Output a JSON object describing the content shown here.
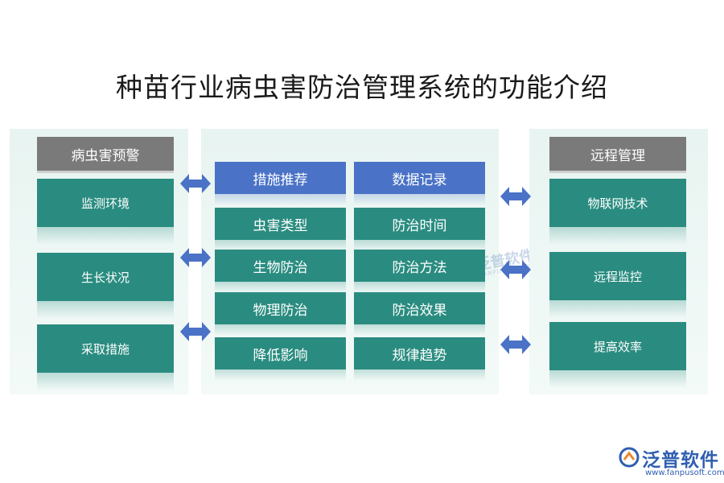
{
  "title": "种苗行业病虫害防治管理系统的功能介绍",
  "left": {
    "header": "病虫害预警",
    "items": [
      "监测环境",
      "生长状况",
      "采取措施"
    ]
  },
  "center": {
    "tiles": [
      {
        "label": "措施推荐",
        "color": "blue"
      },
      {
        "label": "数据记录",
        "color": "blue"
      },
      {
        "label": "虫害类型",
        "color": "teal"
      },
      {
        "label": "防治时间",
        "color": "teal"
      },
      {
        "label": "生物防治",
        "color": "teal"
      },
      {
        "label": "防治方法",
        "color": "teal"
      },
      {
        "label": "物理防治",
        "color": "teal"
      },
      {
        "label": "防治效果",
        "color": "teal"
      },
      {
        "label": "降低影响",
        "color": "teal"
      },
      {
        "label": "规律趋势",
        "color": "teal"
      }
    ]
  },
  "right": {
    "header": "远程管理",
    "items": [
      "物联网技术",
      "远程监控",
      "提高效率"
    ]
  },
  "watermark": {
    "name": "泛普软件",
    "sub": "FANPU SOFTWARE"
  },
  "logo": {
    "name": "泛普软件",
    "url": "www.fanpusoft.com"
  },
  "colors": {
    "teal": "#2a8c80",
    "blue": "#4a72c6",
    "header_gray": "#7a7a7a",
    "arrow": "#4a72c6",
    "panel": "#e8f4f1"
  }
}
